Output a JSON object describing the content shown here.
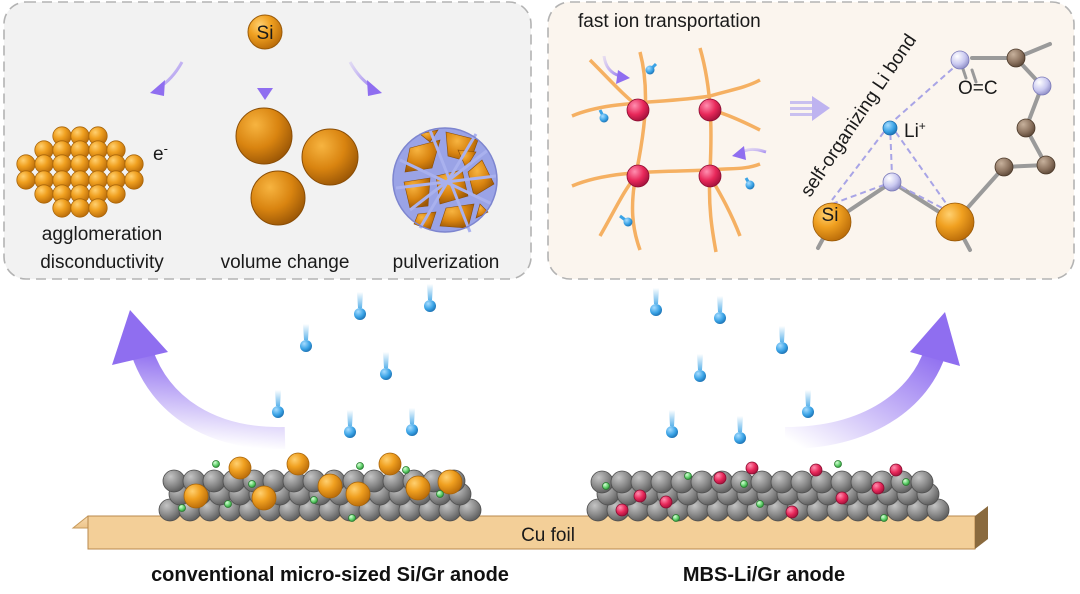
{
  "left_panel": {
    "si_label": "Si",
    "electron_label": "e",
    "electron_superscript": "-",
    "agglomeration_label": "agglomeration",
    "disconductivity_label": "disconductivity",
    "volume_change_label": "volume change",
    "pulverization_label": "pulverization"
  },
  "right_panel": {
    "fast_ion_label": "fast ion transportation",
    "self_organizing_label": "self-organizing Li bond",
    "li_label": "Li",
    "li_superscript": "+",
    "oc_label": "O=C",
    "si_label": "Si"
  },
  "substrate": {
    "cu_foil_label": "Cu foil"
  },
  "captions": {
    "left": "conventional micro-sized Si/Gr anode",
    "right": "MBS-Li/Gr anode"
  },
  "colors": {
    "si_orange": "#f0a020",
    "graphite_gray": "#8c8c8c",
    "li_blue": "#3aa3e6",
    "arrow_purple": "#8f6ef0",
    "binder_pink": "#e8285a",
    "network_orange": "#f5b062",
    "panel_bg": "#f2f2f2",
    "right_panel_bg": "#fbf5ee",
    "foil": "#f3cf98"
  }
}
